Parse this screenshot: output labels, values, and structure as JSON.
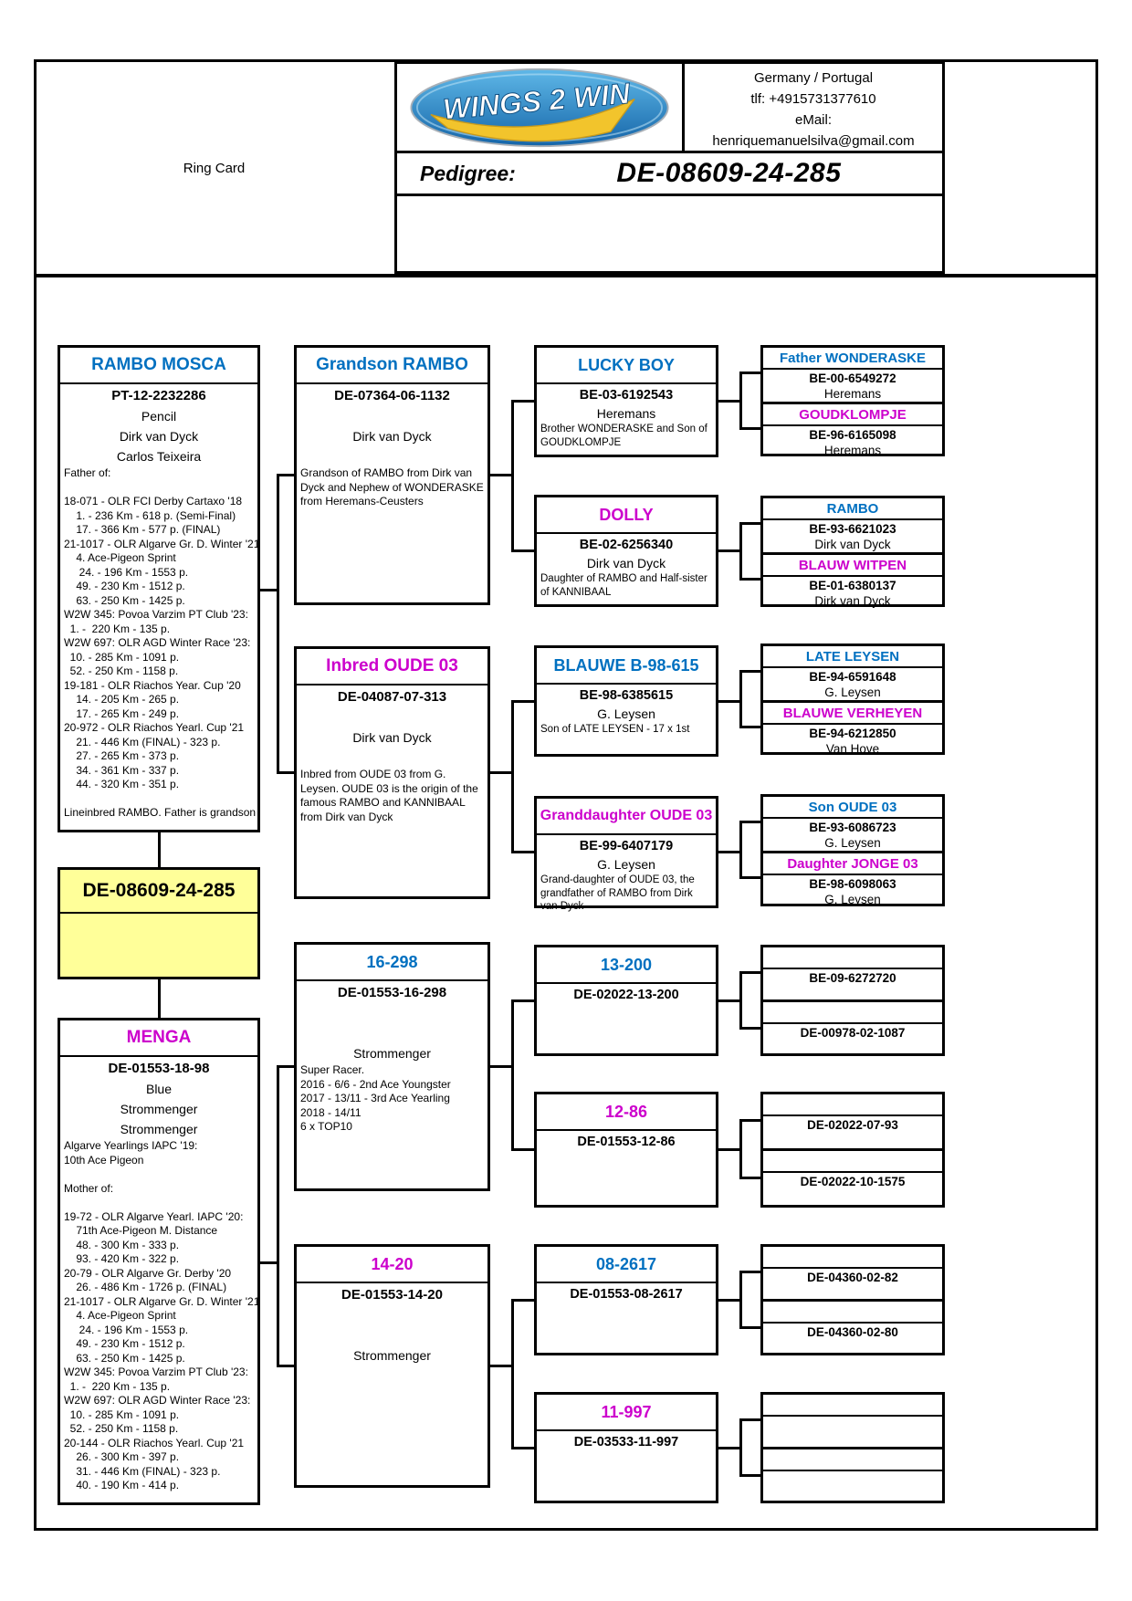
{
  "ring_number": "DE-08609-24-285",
  "header": {
    "ring_card_label": "Ring Card",
    "logo_text": "WINGS 2 WIN",
    "contact": {
      "region": "Germany / Portugal",
      "phone": "tlf: +4915731377610",
      "email_label": "eMail:",
      "email": "henriquemanuelsilva@gmail.com"
    },
    "pedigree_label": "Pedigree:"
  },
  "colors": {
    "title_blue": "#0070C0",
    "title_magenta": "#CC00CC",
    "subject_yellow": "#FFFF99",
    "logo_blue": "#1565A8",
    "logo_yellow": "#F2C42C"
  },
  "boxes": {
    "father": {
      "name": "RAMBO MOSCA",
      "ring": "PT-12-2232286",
      "info": [
        "Pencil",
        "Dirk van Dyck",
        "Carlos Teixeira"
      ],
      "details": [
        "Father of:",
        "",
        "18-071 - OLR FCI Derby Cartaxo '18",
        "    1. - 236 Km - 618 p. (Semi-Final)",
        "    17. - 366 Km - 577 p. (FINAL)",
        "21-1017 - OLR Algarve Gr. D. Winter '21",
        "    4. Ace-Pigeon Sprint",
        "     24. - 196 Km - 1553 p.",
        "    49. - 230 Km - 1512 p.",
        "    63. - 250 Km - 1425 p.",
        "W2W 345: Povoa Varzim PT Club '23:",
        "  1. -  220 Km - 135 p.",
        "W2W 697: OLR AGD Winter Race '23:",
        "  10. - 285 Km - 1091 p.",
        "  52. - 250 Km - 1158 p.",
        "19-181 - OLR Riachos Year. Cup '20",
        "    14. - 205 Km - 265 p.",
        "    17. - 265 Km - 249 p.",
        "20-972 - OLR Riachos Yearl. Cup '21",
        "    21. - 446 Km (FINAL) - 323 p.",
        "    27. - 265 Km - 373 p.",
        "    34. - 361 Km - 337 p.",
        "    44. - 320 Km - 351 p.",
        "",
        "Lineinbred RAMBO. Father is grandson"
      ]
    },
    "mother": {
      "name": "MENGA",
      "ring": "DE-01553-18-98",
      "info": [
        "Blue",
        "Strommenger",
        "Strommenger"
      ],
      "details": [
        "Algarve Yearlings IAPC '19:",
        "10th Ace Pigeon",
        "",
        "Mother of:",
        "",
        "19-72 - OLR Algarve Yearl. IAPC '20:",
        "    71th Ace-Pigeon M. Distance",
        "    48. - 300 Km - 333 p.",
        "    93. - 420 Km - 322 p.",
        "20-79 - OLR Algarve Gr. Derby '20",
        "    26. - 486 Km - 1726 p. (FINAL)",
        "21-1017 - OLR Algarve Gr. D. Winter '21",
        "    4. Ace-Pigeon Sprint",
        "     24. - 196 Km - 1553 p.",
        "    49. - 230 Km - 1512 p.",
        "    63. - 250 Km - 1425 p.",
        "W2W 345: Povoa Varzim PT Club '23:",
        "  1. -  220 Km - 135 p.",
        "W2W 697: OLR AGD Winter Race '23:",
        "  10. - 285 Km - 1091 p.",
        "  52. - 250 Km - 1158 p.",
        "20-144 - OLR Riachos Yearl. Cup '21",
        "    26. - 300 Km - 397 p.",
        "    31. - 446 Km (FINAL) - 323 p.",
        "    40. - 190 Km - 414 p."
      ]
    },
    "pgf": {
      "name": "Grandson RAMBO",
      "ring": "DE-07364-06-1132",
      "info": [
        "",
        "Dirk van Dyck",
        ""
      ],
      "desc": "Grandson of RAMBO from Dirk van Dyck and Nephew of WONDERASKE from Heremans-Ceusters"
    },
    "pgm": {
      "name": "Inbred OUDE 03",
      "ring": "DE-04087-07-313",
      "info": [
        "",
        "Dirk van Dyck",
        ""
      ],
      "desc": "Inbred from OUDE 03 from G. Leysen. OUDE 03 is the origin of the famous RAMBO and KANNIBAAL from Dirk van Dyck"
    },
    "mgf": {
      "name": "16-298",
      "ring": "DE-01553-16-298",
      "info": [
        "",
        "",
        "Strommenger"
      ],
      "details": [
        "Super Racer.",
        "2016 - 6/6 - 2nd Ace Youngster",
        "2017 - 13/11 - 3rd Ace Yearling",
        "2018 - 14/11",
        "6 x TOP10"
      ]
    },
    "mgm": {
      "name": "14-20",
      "ring": "DE-01553-14-20",
      "info": [
        "",
        "",
        "Strommenger"
      ],
      "details": []
    },
    "ggp1": {
      "name": "LUCKY BOY",
      "ring": "BE-03-6192543",
      "breeder": "Heremans",
      "desc": "Brother WONDERASKE and Son of GOUDKLOMPJE"
    },
    "ggp2": {
      "name": "DOLLY",
      "ring": "BE-02-6256340",
      "breeder": "Dirk van Dyck",
      "desc": "Daughter of RAMBO and Half-sister of KANNIBAAL"
    },
    "ggp3": {
      "name": "BLAUWE B-98-615",
      "ring": "BE-98-6385615",
      "breeder": "G. Leysen",
      "desc": "Son of LATE LEYSEN - 17 x 1st"
    },
    "ggp4": {
      "name": "Granddaughter OUDE 03",
      "ring": "BE-99-6407179",
      "breeder": "G. Leysen",
      "desc": "Grand-daughter of OUDE 03, the grandfather of RAMBO from Dirk van Dyck"
    },
    "ggp5": {
      "name": "13-200",
      "ring": "DE-02022-13-200"
    },
    "ggp6": {
      "name": "12-86",
      "ring": "DE-01553-12-86"
    },
    "ggp7": {
      "name": "08-2617",
      "ring": "DE-01553-08-2617"
    },
    "ggp8": {
      "name": "11-997",
      "ring": "DE-03533-11-997"
    }
  },
  "pairs": [
    {
      "top": {
        "name": "Father WONDERASKE",
        "ring": "BE-00-6549272",
        "breeder": "Heremans"
      },
      "bottom": {
        "name": "GOUDKLOMPJE",
        "ring": "BE-96-6165098",
        "breeder": "Heremans"
      }
    },
    {
      "top": {
        "name": "RAMBO",
        "ring": "BE-93-6621023",
        "breeder": "Dirk van Dyck"
      },
      "bottom": {
        "name": "BLAUW WITPEN",
        "ring": "BE-01-6380137",
        "breeder": "Dirk van Dyck"
      }
    },
    {
      "top": {
        "name": "LATE LEYSEN",
        "ring": "BE-94-6591648",
        "breeder": "G. Leysen"
      },
      "bottom": {
        "name": "BLAUWE VERHEYEN",
        "ring": "BE-94-6212850",
        "breeder": "Van Hove"
      }
    },
    {
      "top": {
        "name": "Son OUDE 03",
        "ring": "BE-93-6086723",
        "breeder": "G. Leysen"
      },
      "bottom": {
        "name": "Daughter JONGE 03",
        "ring": "BE-98-6098063",
        "breeder": "G. Leysen"
      }
    },
    {
      "top": {
        "name": "",
        "ring": "BE-09-6272720",
        "breeder": ""
      },
      "bottom": {
        "name": "",
        "ring": "DE-00978-02-1087",
        "breeder": ""
      }
    },
    {
      "top": {
        "name": "",
        "ring": "DE-02022-07-93",
        "breeder": ""
      },
      "bottom": {
        "name": "",
        "ring": "DE-02022-10-1575",
        "breeder": ""
      }
    },
    {
      "top": {
        "name": "",
        "ring": "DE-04360-02-82",
        "breeder": ""
      },
      "bottom": {
        "name": "",
        "ring": "DE-04360-02-80",
        "breeder": ""
      }
    },
    {
      "top": {
        "name": "",
        "ring": "",
        "breeder": ""
      },
      "bottom": {
        "name": "",
        "ring": "",
        "breeder": ""
      }
    }
  ]
}
